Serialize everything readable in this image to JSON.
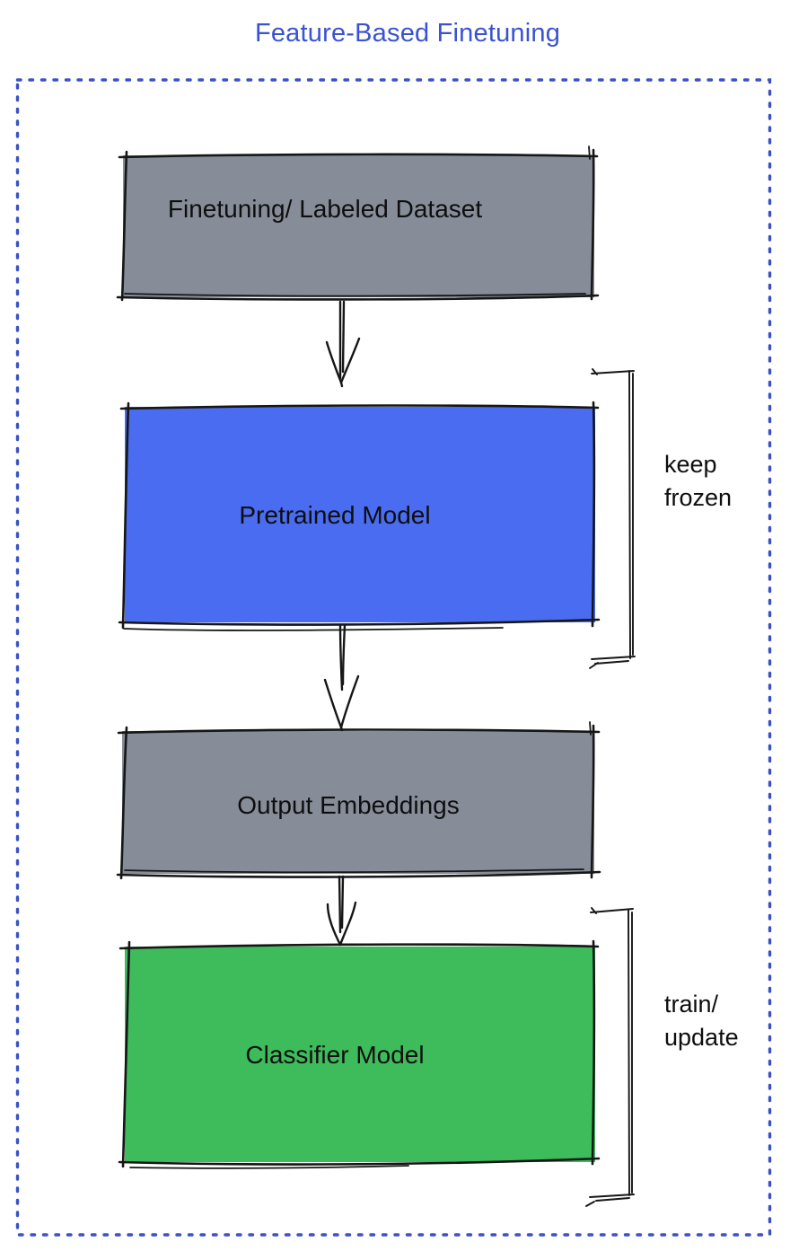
{
  "diagram": {
    "title": "Feature-Based Finetuning",
    "boxes": [
      {
        "id": "dataset",
        "label": "Finetuning/ Labeled Dataset",
        "fill": "#868d98"
      },
      {
        "id": "pretrained",
        "label": "Pretrained Model",
        "fill": "#4a6cf0"
      },
      {
        "id": "embeddings",
        "label": "Output Embeddings",
        "fill": "#868d98"
      },
      {
        "id": "classifier",
        "label": "Classifier Model",
        "fill": "#3ebc5c"
      }
    ],
    "annotations": [
      {
        "line1": "keep",
        "line2": "frozen"
      },
      {
        "line1": "train/",
        "line2": "update"
      }
    ],
    "colors": {
      "title_blue": "#3a53d0",
      "frame_blue": "#3b51c5",
      "stroke_black": "#161616",
      "box_gray": "#868d98",
      "box_blue": "#4a6cf0",
      "box_green": "#3ebc5c",
      "label_text": "#0e0e0e"
    }
  }
}
